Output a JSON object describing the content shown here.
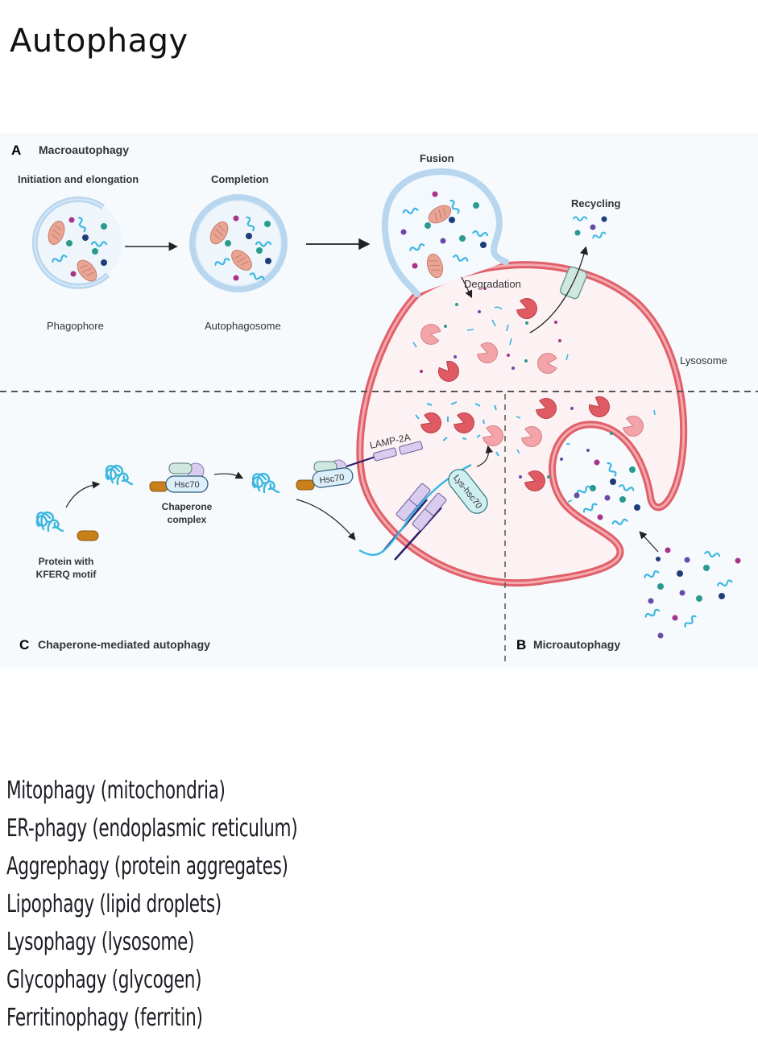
{
  "page": {
    "title": "Autophagy"
  },
  "figure": {
    "panel_a": {
      "letter": "A",
      "title": "Macroautophagy",
      "stages": {
        "initiation": "Initiation and elongation",
        "completion": "Completion",
        "fusion": "Fusion",
        "recycling": "Recycling",
        "degradation": "Degradation"
      },
      "structures": {
        "phagophore": "Phagophore",
        "autophagosome": "Autophagosome",
        "lysosome": "Lysosome"
      }
    },
    "panel_b": {
      "letter": "B",
      "title": "Microautophagy"
    },
    "panel_c": {
      "letter": "C",
      "title": "Chaperone-mediated autophagy",
      "protein_label_line1": "Protein with",
      "protein_label_line2": "KFERQ motif",
      "chaperone_label_line1": "Chaperone",
      "chaperone_label_line2": "complex",
      "hsc70": "Hsc70",
      "lamp2a": "LAMP-2A",
      "lys_hsc70": "Lys-hsc70"
    },
    "colors": {
      "background": "#f6fafd",
      "lysosome_membrane": "#e0606a",
      "lysosome_fill": "#fdf2f3",
      "vesicle_membrane": "#b9d6ef",
      "cargo_cyan": "#3db6e0",
      "cargo_teal": "#2a9a8e",
      "cargo_navy": "#1f3d7a",
      "cargo_purple": "#6a4aa8",
      "cargo_magenta": "#a8338a",
      "enzyme_dark": "#e05a64",
      "enzyme_light": "#f2a4a8",
      "mitochondria": "#e8a594",
      "kferq_motif": "#c97f1a",
      "lamp2a": "#d8ccef"
    }
  },
  "selective_autophagy": {
    "items": [
      "Mitophagy (mitochondria)",
      "ER-phagy (endoplasmic reticulum)",
      "Aggrephagy (protein aggregates)",
      "Lipophagy (lipid droplets)",
      "Lysophagy (lysosome)",
      "Glycophagy (glycogen)",
      "Ferritinophagy (ferritin)"
    ]
  }
}
